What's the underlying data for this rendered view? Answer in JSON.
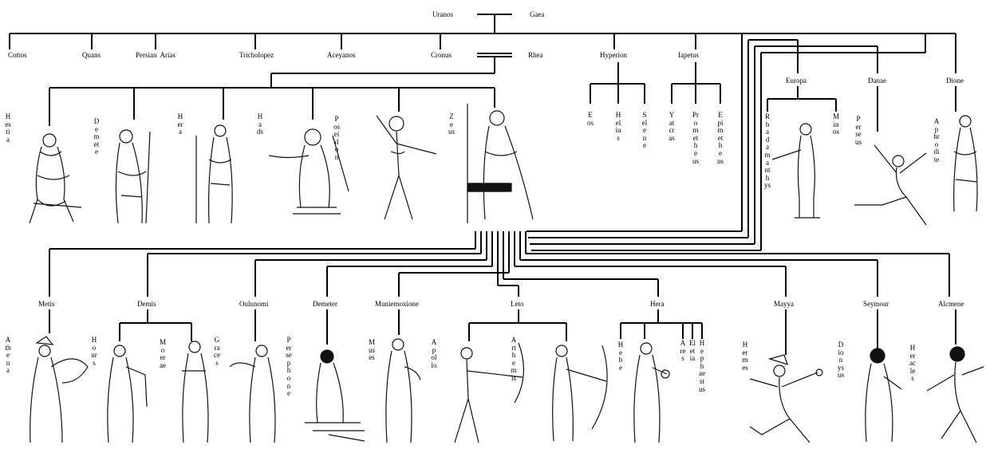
{
  "top_couple": {
    "left": "Uranos",
    "right": "Gaea"
  },
  "generation_1": [
    "Cottos",
    "Quans",
    "Persian  Arias",
    "Tricholopez",
    "Aceyanos",
    "Cronus",
    "Hyperion",
    "Iapetus"
  ],
  "cronus_spouse": "Rhea",
  "olympians_vertical": [
    "Hestia",
    "Demete",
    "Hera",
    "Hads",
    "Poseidon",
    "Zeus"
  ],
  "hyperion_children": [
    "Eos",
    "Helius",
    "Selene"
  ],
  "iapetus_children": [
    "Yatcras",
    "Prometheus",
    "Epimetheus"
  ],
  "zeus_partners_upper": [
    "Europa",
    "Danae",
    "Dione"
  ],
  "europa_children": [
    "Rhadamanthys",
    "Minos"
  ],
  "danae_child": "Perseus",
  "dione_child": "Aphrodite",
  "zeus_partners_lower": [
    "Metis",
    "Demis",
    "Oulunomi",
    "Demeter",
    "Muniemoxione",
    "Leto",
    "Hera",
    "Mayya",
    "Seymour",
    "Alcmene"
  ],
  "metis_child": "Athena",
  "demis_children": [
    "Hours",
    "Moerae",
    "Graces"
  ],
  "demeter_child": "Persephone",
  "mnemosyne_child": "Muses",
  "leto_children": [
    "Apollo",
    "Arthemis"
  ],
  "hera_children": [
    "Hebe",
    "Ares",
    "Eletia",
    "Hephaestus"
  ],
  "mayya_child": "Hermes",
  "seymour_child": "Dionysus",
  "alcmene_child": "Heracles",
  "colors": {
    "line": "#000000",
    "background": "#ffffff",
    "figure": "#111111"
  }
}
